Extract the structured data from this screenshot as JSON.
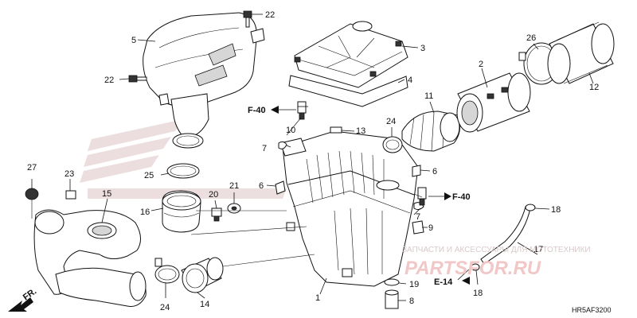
{
  "callouts": [
    "1",
    "2",
    "3",
    "4",
    "5",
    "6",
    "6",
    "7",
    "7",
    "8",
    "9",
    "10",
    "11",
    "12",
    "13",
    "14",
    "15",
    "16",
    "17",
    "18",
    "18",
    "19",
    "20",
    "21",
    "22",
    "22",
    "23",
    "24",
    "24",
    "25",
    "26",
    "27"
  ],
  "references": {
    "f40_left": "F-40",
    "f40_right": "F-40",
    "e14": "E-14",
    "front": "FR."
  },
  "diagram_code": "HR5AF3200",
  "watermark": {
    "line": "ЗАПЧАСТИ И АКСЕССУАРЫ ДЛЯ МОТОТЕХНИКИ",
    "brand": "PARTSFOR.RU"
  }
}
